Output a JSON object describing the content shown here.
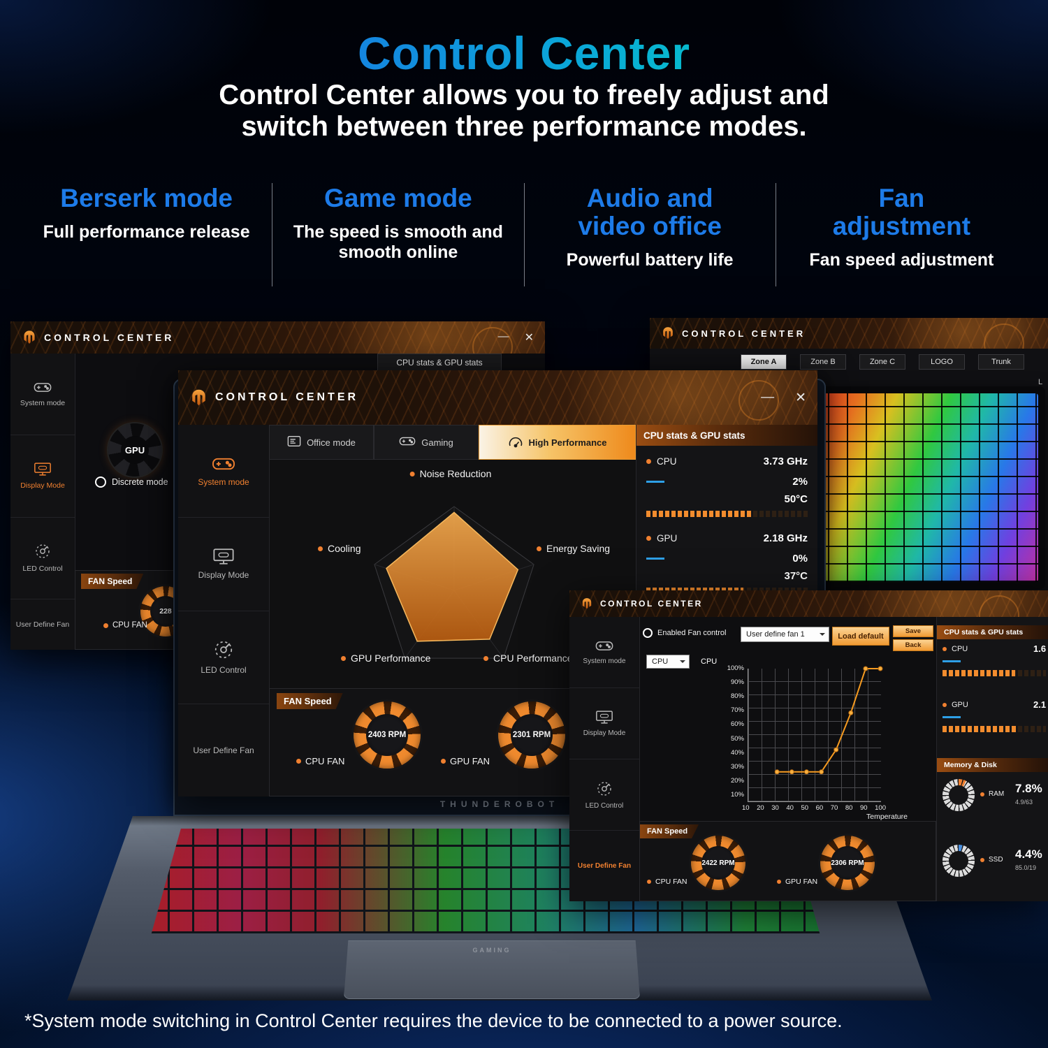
{
  "page": {
    "title": "Control Center",
    "subtitle": [
      "Control Center allows you to freely adjust and",
      "switch between three performance modes."
    ],
    "footnote": "*System mode switching in Control Center requires the device to be connected to a power source."
  },
  "features": [
    {
      "title": "Berserk mode",
      "desc": "Full performance release"
    },
    {
      "title": "Game mode",
      "desc": "The speed is smooth and smooth online"
    },
    {
      "title": "Audio and video office",
      "desc": "Powerful battery life"
    },
    {
      "title": "Fan adjustment",
      "desc": "Fan speed adjustment"
    }
  ],
  "app_title": "CONTROL CENTER",
  "window_controls": {
    "minimize": "—",
    "close": "✕"
  },
  "sidebar": {
    "items": [
      "System mode",
      "Display Mode",
      "LED Control",
      "User Define Fan"
    ]
  },
  "left_window": {
    "stats_tab": "CPU stats & GPU stats",
    "gpu_badge": "GPU",
    "mode_radio": "Discrete mode",
    "fan_header": "FAN Speed",
    "fan_rpm": "228",
    "fan_label": "CPU FAN"
  },
  "main_window": {
    "tabs": [
      "Office mode",
      "Gaming",
      "High Performance"
    ],
    "radar_labels": [
      "Noise Reduction",
      "Energy Saving",
      "CPU Performance",
      "GPU Performance",
      "Cooling"
    ],
    "stats": {
      "header": "CPU stats & GPU stats",
      "cpu": {
        "label": "CPU",
        "freq": "3.73 GHz",
        "usage": "2%",
        "temp": "50°C"
      },
      "gpu": {
        "label": "GPU",
        "freq": "2.18 GHz",
        "usage": "0%",
        "temp": "37°C"
      }
    },
    "fan": {
      "header": "FAN Speed",
      "cpu_fan": {
        "rpm": "2403 RPM",
        "label": "CPU FAN"
      },
      "gpu_fan": {
        "rpm": "2301 RPM",
        "label": "GPU FAN"
      }
    }
  },
  "led_window": {
    "tabs": [
      "Zone A",
      "Zone B",
      "Zone C",
      "LOGO",
      "Trunk"
    ],
    "clipped_label": "L"
  },
  "fan_window": {
    "radio_label": "Enabled Fan control",
    "preset_select": "User define fan 1",
    "buttons": {
      "load_default": "Load default",
      "save": "Save",
      "back": "Back"
    },
    "target_select": "CPU",
    "target_label": "CPU",
    "y_ticks": [
      "100%",
      "90%",
      "80%",
      "70%",
      "60%",
      "50%",
      "40%",
      "30%",
      "20%",
      "10%"
    ],
    "x_ticks": [
      "10",
      "20",
      "30",
      "40",
      "50",
      "60",
      "70",
      "80",
      "90",
      "100"
    ],
    "x_axis_label": "Temperature",
    "stats": {
      "header": "CPU stats & GPU stats",
      "cpu": {
        "label": "CPU",
        "freq": "1.6"
      },
      "gpu": {
        "label": "GPU",
        "freq": "2.1"
      }
    },
    "memory": {
      "header": "Memory & Disk",
      "ram": {
        "label": "RAM",
        "percent": "7.8%",
        "detail": "4.9/63"
      },
      "ssd": {
        "label": "SSD",
        "percent": "4.4%",
        "detail": "85.0/19"
      }
    },
    "fan": {
      "header": "FAN Speed",
      "cpu_fan": {
        "rpm": "2422 RPM",
        "label": "CPU FAN"
      },
      "gpu_fan": {
        "rpm": "2306 RPM",
        "label": "GPU FAN"
      }
    }
  },
  "laptop": {
    "brand": "THUNDEROBOT",
    "emblem": "GAMING"
  },
  "chart_data": [
    {
      "type": "radar",
      "title": "High Performance profile",
      "categories": [
        "Noise Reduction",
        "Energy Saving",
        "CPU Performance",
        "GPU Performance",
        "Cooling"
      ],
      "values": [
        0.93,
        0.8,
        0.72,
        0.75,
        0.85
      ],
      "scale": [
        0,
        1
      ],
      "legend": "none"
    },
    {
      "type": "line",
      "title": "User define fan 1 — CPU fan curve",
      "xlabel": "Temperature",
      "ylabel": "Fan speed",
      "x": [
        30,
        40,
        50,
        60,
        70,
        80,
        90,
        100
      ],
      "y": [
        30,
        30,
        30,
        30,
        45,
        70,
        100,
        100
      ],
      "xlim": [
        10,
        100
      ],
      "ylim": [
        10,
        100
      ],
      "grid": true
    }
  ]
}
